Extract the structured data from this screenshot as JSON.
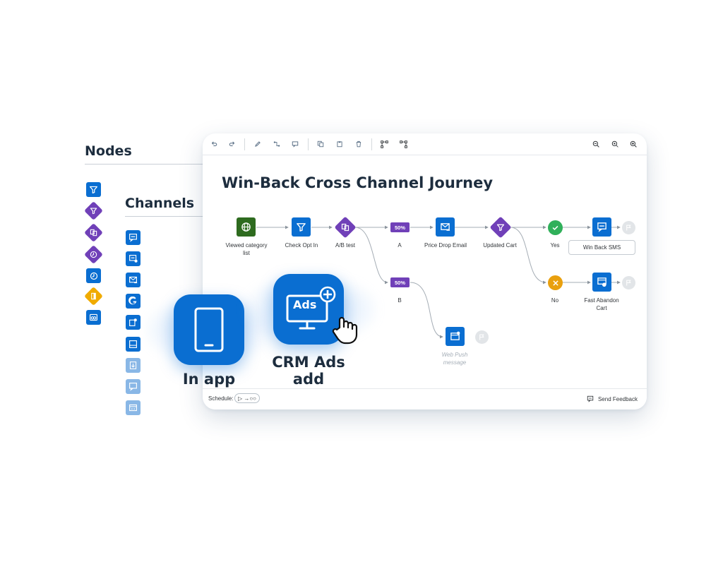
{
  "palette": {
    "headings": {
      "nodes": "Nodes",
      "channels": "Channels"
    },
    "node_icons": [
      {
        "icon": "filter-icon",
        "shape": "square",
        "color": "#0a6ed1"
      },
      {
        "icon": "filter-icon",
        "shape": "diamond",
        "color": "#7040b8"
      },
      {
        "icon": "ab-split-icon",
        "shape": "diamond",
        "color": "#7040b8"
      },
      {
        "icon": "clock-icon",
        "shape": "diamond",
        "color": "#7040b8"
      },
      {
        "icon": "clock-icon",
        "shape": "square",
        "color": "#0a6ed1"
      },
      {
        "icon": "exit-icon",
        "shape": "diamond",
        "color": "#f0ab00"
      },
      {
        "icon": "merge-icon",
        "shape": "square",
        "color": "#0a6ed1"
      }
    ],
    "channel_icons": [
      "sms-icon",
      "sms-plus-icon",
      "email-icon",
      "google-icon",
      "notification-icon",
      "inbox-icon",
      "download-icon",
      "chat-icon",
      "web-push-icon"
    ]
  },
  "promo_tiles": {
    "in_app": {
      "label": "In app",
      "icon": "tablet-icon"
    },
    "crm_ads": {
      "label_line1": "CRM Ads",
      "label_line2": "add",
      "icon_text": "Ads",
      "icon": "monitor-ads-plus-icon",
      "cursor": "hand-pointer-icon"
    }
  },
  "window": {
    "toolbar": {
      "left": [
        "undo-icon",
        "redo-icon",
        "edit-icon",
        "connect-icon",
        "comment-icon",
        "copy-icon",
        "paste-icon",
        "delete-icon",
        "auto-layout-icon",
        "align-icon"
      ],
      "right": [
        "zoom-out-icon",
        "zoom-fit-icon",
        "zoom-in-icon"
      ]
    },
    "title": "Win-Back Cross Channel Journey",
    "flow": {
      "nodes": {
        "viewed": "Viewed category list",
        "check_opt_in": "Check Opt In",
        "ab_test": "A/B test",
        "branch_a_pct": "50%",
        "branch_a": "A",
        "branch_b_pct": "50%",
        "branch_b": "B",
        "price_drop": "Price Drop Email",
        "updated_cart": "Updated Cart",
        "yes": "Yes",
        "no": "No",
        "win_back_sms": "Win Back SMS",
        "fast_abandon": "Fast Abandon Cart",
        "web_push": "Web Push message"
      }
    },
    "footer": {
      "schedule_label": "Schedule:",
      "schedule_value": "▷ →○○",
      "feedback": "Send Feedback"
    }
  }
}
